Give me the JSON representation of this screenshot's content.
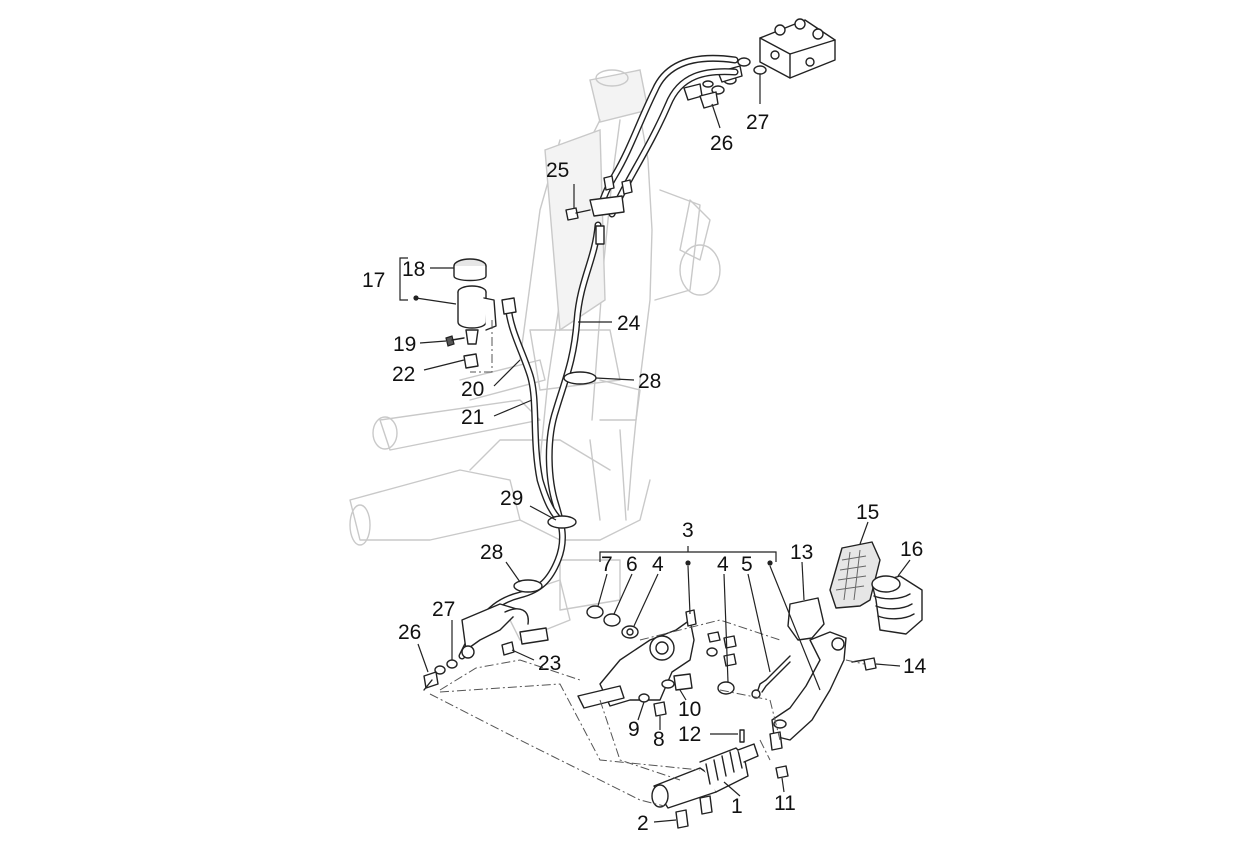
{
  "callouts": [
    {
      "id": "c1",
      "text": "1"
    },
    {
      "id": "c2",
      "text": "2"
    },
    {
      "id": "c3",
      "text": "3"
    },
    {
      "id": "c4a",
      "text": "4"
    },
    {
      "id": "c4b",
      "text": "4"
    },
    {
      "id": "c5",
      "text": "5"
    },
    {
      "id": "c6",
      "text": "6"
    },
    {
      "id": "c7",
      "text": "7"
    },
    {
      "id": "c8",
      "text": "8"
    },
    {
      "id": "c9",
      "text": "9"
    },
    {
      "id": "c10",
      "text": "10"
    },
    {
      "id": "c11",
      "text": "11"
    },
    {
      "id": "c12",
      "text": "12"
    },
    {
      "id": "c13",
      "text": "13"
    },
    {
      "id": "c14",
      "text": "14"
    },
    {
      "id": "c15",
      "text": "15"
    },
    {
      "id": "c16",
      "text": "16"
    },
    {
      "id": "c17",
      "text": "17"
    },
    {
      "id": "c18",
      "text": "18"
    },
    {
      "id": "c19",
      "text": "19"
    },
    {
      "id": "c20",
      "text": "20"
    },
    {
      "id": "c21",
      "text": "21"
    },
    {
      "id": "c22",
      "text": "22"
    },
    {
      "id": "c23",
      "text": "23"
    },
    {
      "id": "c24",
      "text": "24"
    },
    {
      "id": "c25",
      "text": "25"
    },
    {
      "id": "c26a",
      "text": "26"
    },
    {
      "id": "c26b",
      "text": "26"
    },
    {
      "id": "c27a",
      "text": "27"
    },
    {
      "id": "c27b",
      "text": "27"
    },
    {
      "id": "c28a",
      "text": "28"
    },
    {
      "id": "c28b",
      "text": "28"
    },
    {
      "id": "c29",
      "text": "29"
    }
  ],
  "colors": {
    "line": "#222222",
    "frame_ghost": "#c9c9c9",
    "background": "#ffffff"
  }
}
